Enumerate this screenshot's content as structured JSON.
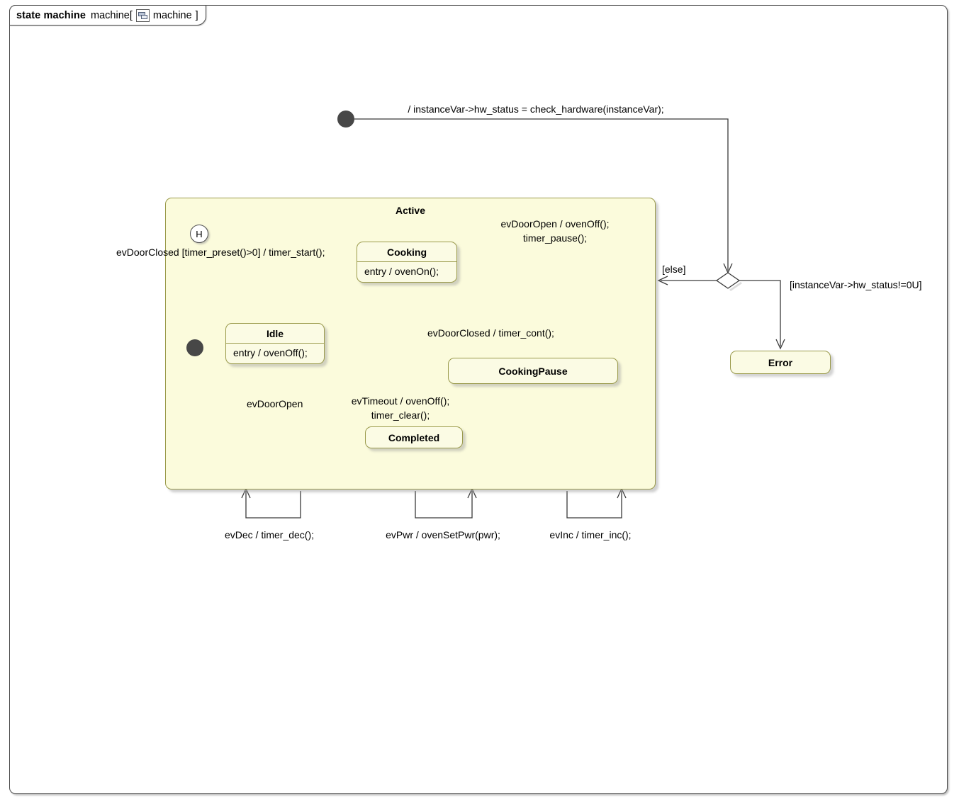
{
  "diagram": {
    "tab": {
      "keyword": "state machine",
      "name": "machine",
      "bracket_open": "[",
      "icon": "state-machine-icon",
      "context": "machine",
      "bracket_close": "]"
    },
    "title": "machine"
  },
  "pseudostates": {
    "initial_top": "initial-pseudostate",
    "initial_active": "initial-pseudostate",
    "history": "H",
    "choice": "choice-pseudostate"
  },
  "regions": {
    "active": {
      "name": "Active"
    }
  },
  "states": {
    "cooking": {
      "name": "Cooking",
      "body": "entry /  ovenOn();"
    },
    "idle": {
      "name": "Idle",
      "body": "entry /  ovenOff();"
    },
    "cooking_pause": {
      "name": "CookingPause"
    },
    "completed": {
      "name": "Completed"
    },
    "error": {
      "name": "Error"
    }
  },
  "transitions": {
    "init_to_choice": "/ instanceVar->hw_status = check_hardware(instanceVar);",
    "choice_else": "[else]",
    "choice_error": "[instanceVar->hw_status!=0U]",
    "idle_to_cooking": "evDoorClosed [timer_preset()>0] / timer_start();",
    "cooking_to_pause_l1": "evDoorOpen / ovenOff();",
    "cooking_to_pause_l2": "timer_pause();",
    "pause_to_cooking": "evDoorClosed / timer_cont();",
    "cooking_to_completed_l1": "evTimeout / ovenOff();",
    "cooking_to_completed_l2": "timer_clear();",
    "completed_to_idle": "evDoorOpen",
    "self_dec": "evDec / timer_dec();",
    "self_pwr": "evPwr /  ovenSetPwr(pwr);",
    "self_inc": "evInc / timer_inc();"
  },
  "colors": {
    "state_fill": "#fbfbe4",
    "region_fill": "#fbfbdc",
    "state_border": "#9a9a4b",
    "edge": "#3a3a3a",
    "initial_fill": "#474747",
    "frame_border": "#4d4d4d"
  }
}
